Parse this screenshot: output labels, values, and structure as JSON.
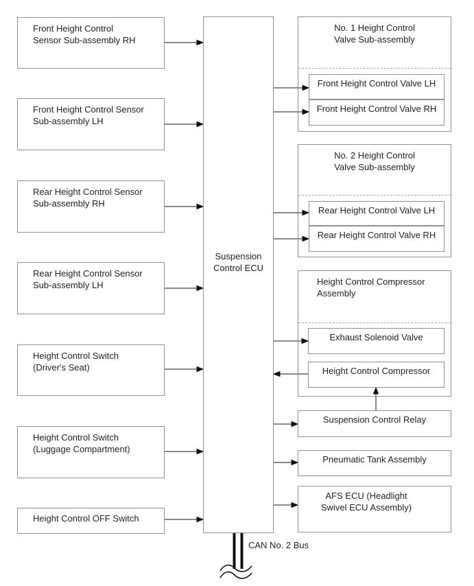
{
  "diagram": {
    "ecu": {
      "label": "Suspension\nControl ECU"
    },
    "left_nodes": [
      {
        "label": "Front Height Control\nSensor Sub-assembly RH"
      },
      {
        "label": "Front Height Control Sensor\nSub-assembly LH"
      },
      {
        "label": "Rear Height Control Sensor\nSub-assembly RH"
      },
      {
        "label": "Rear Height Control Sensor\nSub-assembly LH"
      },
      {
        "label": "Height Control Switch\n(Driver's Seat)"
      },
      {
        "label": "Height Control Switch\n(Luggage Compartment)"
      },
      {
        "label": "Height Control OFF Switch"
      }
    ],
    "group1": {
      "title": "No. 1 Height Control\nValve Sub-assembly",
      "items": [
        {
          "label": "Front Height Control Valve LH"
        },
        {
          "label": "Front Height Control Valve RH"
        }
      ]
    },
    "group2": {
      "title": "No. 2 Height Control\nValve Sub-assembly",
      "items": [
        {
          "label": "Rear Height Control Valve LH"
        },
        {
          "label": "Rear Height Control Valve RH"
        }
      ]
    },
    "group3": {
      "title": "Height Control Compressor\nAssembly",
      "items": [
        {
          "label": "Exhaust Solenoid Valve"
        },
        {
          "label": "Height Control Compressor"
        }
      ]
    },
    "relay": {
      "label": "Suspension Control Relay"
    },
    "tank": {
      "label": "Pneumatic Tank Assembly"
    },
    "afs": {
      "label": "AFS ECU (Headlight\nSwivel ECU Assembly)"
    },
    "bus": {
      "label": "CAN No. 2 Bus"
    },
    "colors": {
      "box_border": "#8f8f8f",
      "connector": "#111111",
      "text": "#1f1f1f",
      "background": "#ffffff"
    }
  }
}
